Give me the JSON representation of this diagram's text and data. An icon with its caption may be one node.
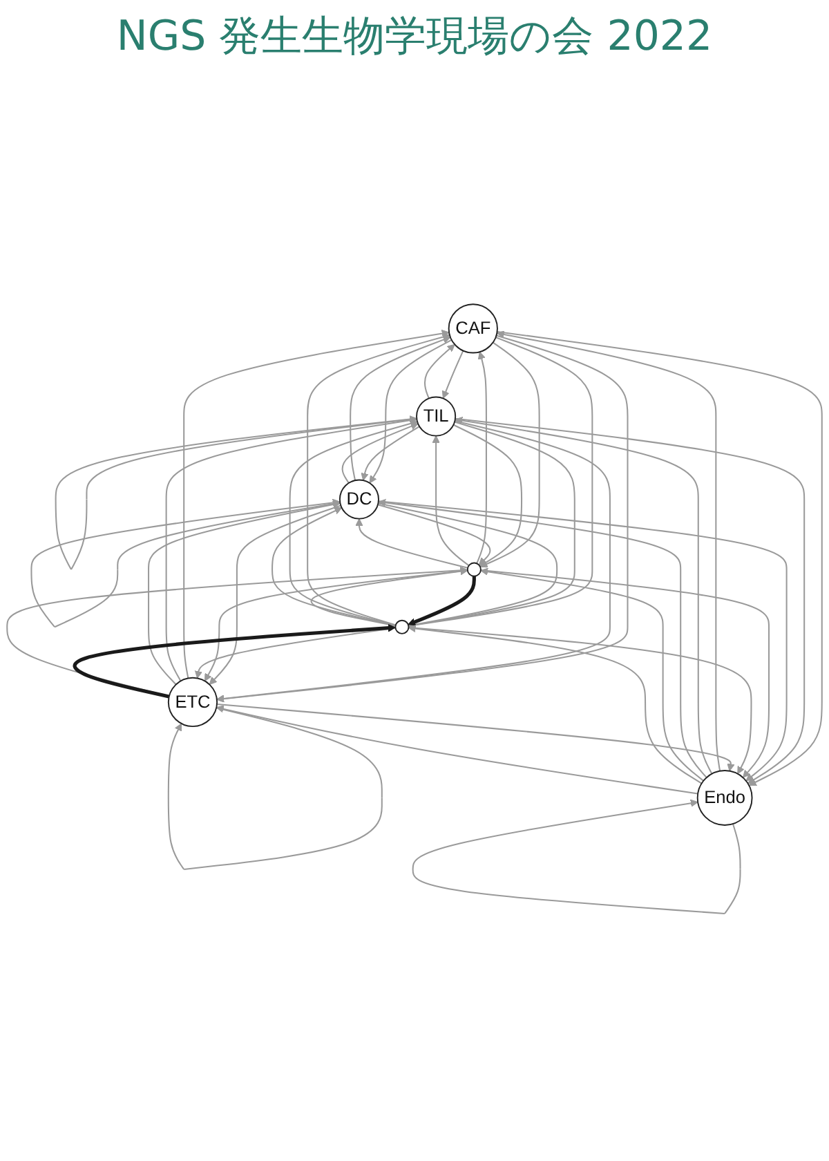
{
  "diagram": {
    "title": "NGS 発生生物学現場の会 2022",
    "nodes": [
      {
        "text": [
          "CAF"
        ]
      },
      {
        "text": [
          "TIL"
        ]
      },
      {
        "text": [
          "DC"
        ]
      },
      {
        "text": [],
        "shape": "circle"
      },
      {
        "text": [],
        "shape": "circle"
      },
      {
        "text": [
          "ETC"
        ]
      },
      {
        "text": [
          "Endo"
        ]
      }
    ],
    "edges": [
      {
        "from": 0,
        "to": 1,
        "arrow": "to"
      },
      {
        "from": 0,
        "to": 2,
        "arrow": "to"
      },
      {
        "from": 0,
        "to": 3,
        "arrow": "to"
      },
      {
        "from": 0,
        "to": 4,
        "arrow": "to"
      },
      {
        "from": 0,
        "to": 5,
        "arrow": "to"
      },
      {
        "from": 0,
        "to": 6,
        "arrow": "to"
      },
      {
        "from": 1,
        "to": 1,
        "arrow": "to"
      },
      {
        "from": 1,
        "to": 0,
        "arrow": "to"
      },
      {
        "from": 1,
        "to": 2,
        "arrow": "to"
      },
      {
        "from": 1,
        "to": 3,
        "arrow": "to"
      },
      {
        "from": 1,
        "to": 4,
        "arrow": "to"
      },
      {
        "from": 1,
        "to": 5,
        "arrow": "to"
      },
      {
        "from": 1,
        "to": 6,
        "arrow": "to"
      },
      {
        "from": 2,
        "to": 2,
        "arrow": "to"
      },
      {
        "from": 2,
        "to": 0,
        "arrow": "to"
      },
      {
        "from": 2,
        "to": 1,
        "arrow": "to"
      },
      {
        "from": 2,
        "to": 3,
        "arrow": "to"
      },
      {
        "from": 2,
        "to": 4,
        "arrow": "to"
      },
      {
        "from": 2,
        "to": 5,
        "arrow": "to"
      },
      {
        "from": 2,
        "to": 6,
        "arrow": "to"
      },
      {
        "from": 3,
        "to": 0,
        "arrow": "to"
      },
      {
        "from": 3,
        "to": 1,
        "arrow": "to"
      },
      {
        "from": 3,
        "to": 2,
        "arrow": "to"
      },
      {
        "from": 3,
        "to": 4,
        "arrow": "to",
        "style": "thick",
        "color": "#1a1a1a"
      },
      {
        "from": 3,
        "to": 5,
        "arrow": "to"
      },
      {
        "from": 3,
        "to": 6,
        "arrow": "to"
      },
      {
        "from": 4,
        "to": 0,
        "arrow": "to"
      },
      {
        "from": 4,
        "to": 1,
        "arrow": "to"
      },
      {
        "from": 4,
        "to": 2,
        "arrow": "to"
      },
      {
        "from": 4,
        "to": 3,
        "arrow": "to"
      },
      {
        "from": 4,
        "to": 5,
        "arrow": "to"
      },
      {
        "from": 4,
        "to": 6,
        "arrow": "to"
      },
      {
        "from": 5,
        "to": 5,
        "arrow": "to"
      },
      {
        "from": 5,
        "to": 0,
        "arrow": "to"
      },
      {
        "from": 5,
        "to": 1,
        "arrow": "to"
      },
      {
        "from": 5,
        "to": 2,
        "arrow": "to"
      },
      {
        "from": 5,
        "to": 3,
        "arrow": "to"
      },
      {
        "from": 5,
        "to": 4,
        "arrow": "to",
        "style": "thick",
        "color": "#1a1a1a"
      },
      {
        "from": 5,
        "to": 6,
        "arrow": "to"
      },
      {
        "from": 6,
        "to": 6,
        "arrow": "to"
      },
      {
        "from": 6,
        "to": 0,
        "arrow": "to"
      },
      {
        "from": 6,
        "to": 1,
        "arrow": "to"
      },
      {
        "from": 6,
        "to": 2,
        "arrow": "to"
      },
      {
        "from": 6,
        "to": 3,
        "arrow": "to"
      },
      {
        "from": 6,
        "to": 4,
        "arrow": "to"
      },
      {
        "from": 6,
        "to": 5,
        "arrow": "to"
      }
    ]
  }
}
